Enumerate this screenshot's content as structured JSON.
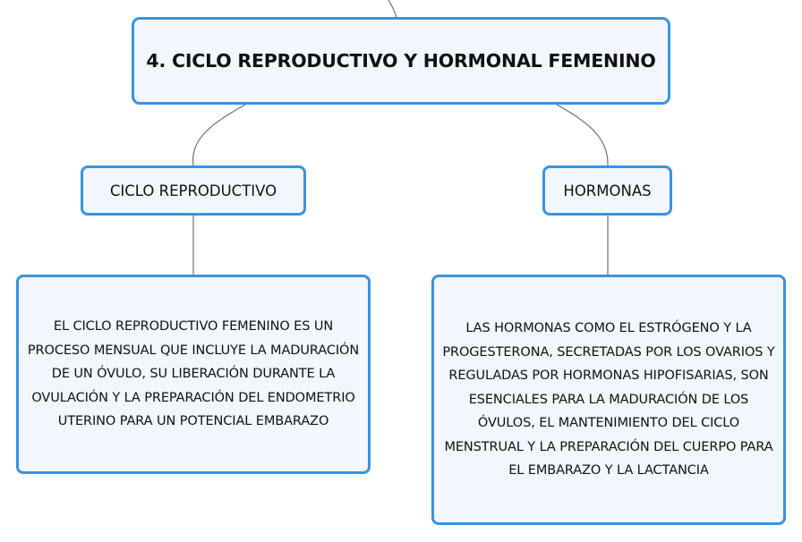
{
  "diagram": {
    "title": "4. CICLO REPRODUCTIVO Y HORMONAL FEMENINO",
    "branches": [
      {
        "label": "CICLO REPRODUCTIVO",
        "description": "EL CICLO REPRODUCTIVO FEMENINO ES UN PROCESO MENSUAL QUE INCLUYE LA MADURACIÓN DE UN ÓVULO, SU LIBERACIÓN DURANTE LA OVULACIÓN Y LA PREPARACIÓN DEL ENDOMETRIO UTERINO PARA UN POTENCIAL EMBARAZO"
      },
      {
        "label": "HORMONAS",
        "description": "LAS HORMONAS COMO EL ESTRÓGENO Y LA PROGESTERONA, SECRETADAS POR LOS OVARIOS Y REGULADAS POR HORMONAS HIPOFISARIAS, SON ESENCIALES PARA LA MADURACIÓN DE LOS ÓVULOS, EL MANTENIMIENTO DEL CICLO MENSTRUAL Y LA PREPARACIÓN DEL CUERPO PARA EL EMBARAZO Y LA LACTANCIA"
      }
    ]
  },
  "colors": {
    "node_border": "#3a93e0",
    "node_fill": "#f1f7fc",
    "connector": "#6e6e6e",
    "text": "#111111"
  }
}
